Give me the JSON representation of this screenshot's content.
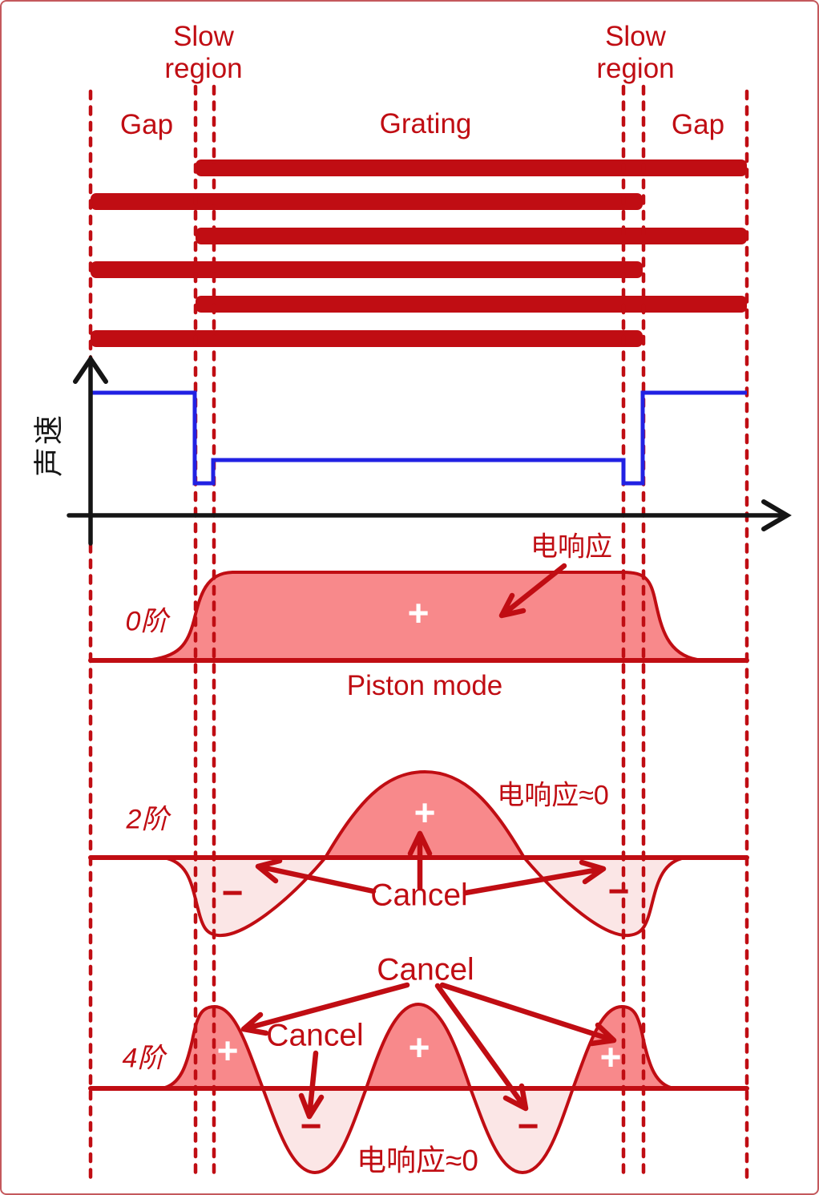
{
  "colors": {
    "dark_red": "#C00D13",
    "strong_fill_pink": "#F8898B",
    "light_fill_pink": "#FBE6E6",
    "velocity_blue": "#2121E3",
    "axis_black": "#151515"
  },
  "header": {
    "slow_region_left": "Slow region",
    "slow_region_right": "Slow region",
    "gap_left": "Gap",
    "grating": "Grating",
    "gap_right": "Gap"
  },
  "velocity_plot": {
    "y_axis_label": "声速"
  },
  "mode0": {
    "label": "0阶",
    "plus": "+",
    "response_label": "电响应",
    "caption": "Piston mode"
  },
  "mode2": {
    "label": "2阶",
    "plus": "+",
    "minus_left": "−",
    "minus_right": "−",
    "response_label": "电响应≈0",
    "cancel": "Cancel"
  },
  "mode4": {
    "label": "4阶",
    "plus_left": "+",
    "plus_center": "+",
    "plus_right": "+",
    "minus_left": "−",
    "minus_right": "−",
    "cancel_top": "Cancel",
    "cancel_left": "Cancel",
    "response_label": "电响应≈0"
  }
}
